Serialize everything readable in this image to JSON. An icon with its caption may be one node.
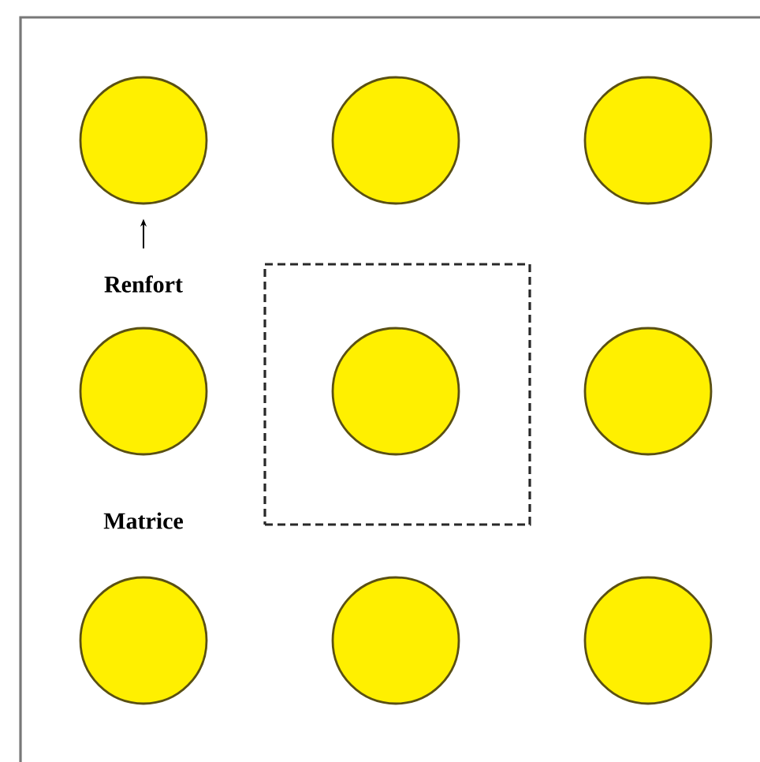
{
  "diagram": {
    "nodes": [
      {
        "text": [],
        "shape": "box"
      },
      {
        "text": [],
        "shape": "circle",
        "in": 0
      },
      {
        "text": [],
        "shape": "circle",
        "in": 0
      },
      {
        "text": [],
        "shape": "circle",
        "in": 0
      },
      {
        "text": [
          "Renfort"
        ],
        "in": 0
      },
      {
        "text": [],
        "shape": "circle",
        "in": 0
      },
      {
        "text": [],
        "shape": "box",
        "in": 0
      },
      {
        "text": [],
        "shape": "circle",
        "in": 6
      },
      {
        "text": [],
        "shape": "circle",
        "in": 0
      },
      {
        "text": [],
        "shape": "circle",
        "in": 0
      },
      {
        "text": [],
        "shape": "circle",
        "in": 0
      },
      {
        "text": [],
        "shape": "circle",
        "in": 0
      }
    ],
    "edges": [
      {
        "from": 4,
        "to": 1,
        "arrow": "to"
      }
    ],
    "labels": [
      "Matrice"
    ]
  }
}
